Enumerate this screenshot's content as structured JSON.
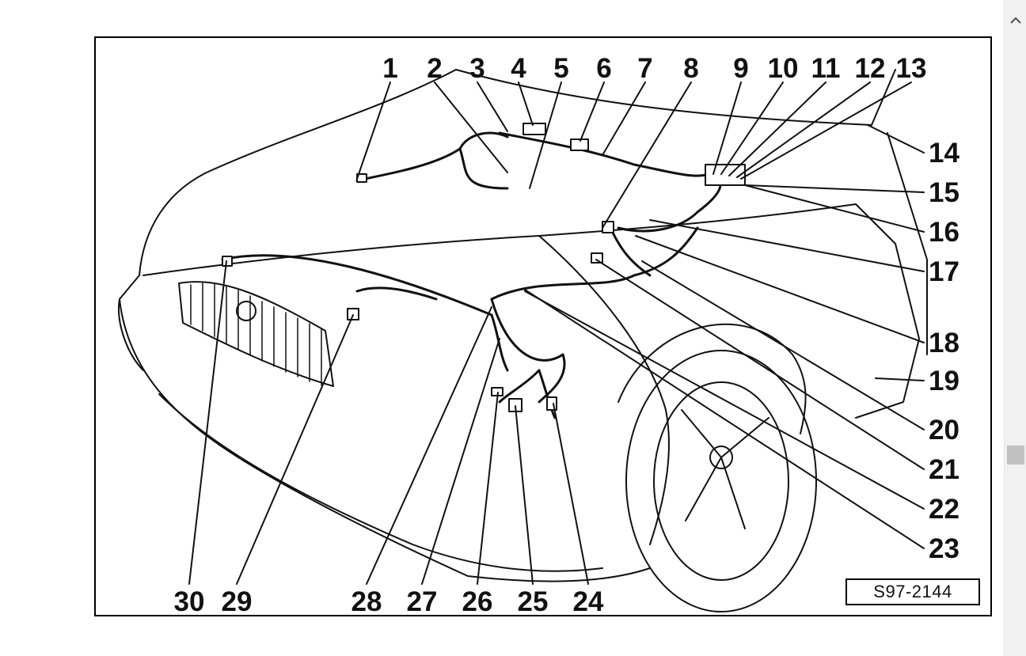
{
  "figure": {
    "reference_code": "S97-2144",
    "callouts": [
      "1",
      "2",
      "3",
      "4",
      "5",
      "6",
      "7",
      "8",
      "9",
      "10",
      "11",
      "12",
      "13",
      "14",
      "15",
      "16",
      "17",
      "18",
      "19",
      "20",
      "21",
      "22",
      "23",
      "24",
      "25",
      "26",
      "27",
      "28",
      "29",
      "30"
    ]
  },
  "scrollbar": {
    "up_icon": "chevron-up-icon",
    "thumb": "scroll-thumb"
  }
}
